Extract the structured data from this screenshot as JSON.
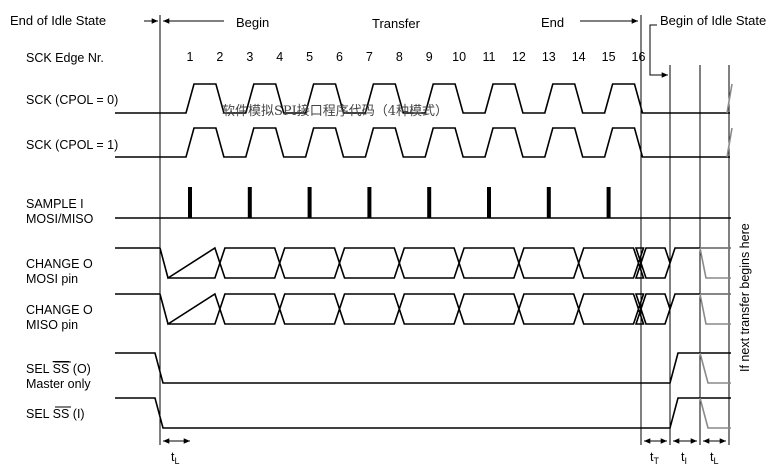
{
  "header": {
    "end_idle": "End of Idle State",
    "begin": "Begin",
    "transfer": "Transfer",
    "end": "End",
    "begin_idle": "Begin of Idle State"
  },
  "edge_label": "SCK Edge Nr.",
  "edge_numbers": [
    "1",
    "2",
    "3",
    "4",
    "5",
    "6",
    "7",
    "8",
    "9",
    "10",
    "11",
    "12",
    "13",
    "14",
    "15",
    "16"
  ],
  "signals": {
    "sck0": "SCK (CPOL = 0)",
    "sck1": "SCK (CPOL = 1)",
    "sample_1": "SAMPLE I",
    "sample_2": "MOSI/MISO",
    "change_mosi_1": "CHANGE O",
    "change_mosi_2": "MOSI pin",
    "change_miso_1": "CHANGE O",
    "change_miso_2": "MISO pin",
    "sel_o_pre": "SEL ",
    "sel_o_ss": "SS",
    "sel_o_post": " (O)",
    "sel_o_2": "Master only",
    "sel_i_pre": "SEL ",
    "sel_i_ss": "SS",
    "sel_i_post": " (I)"
  },
  "timing": {
    "tL": "L",
    "tT": "T",
    "tI": "I",
    "tL2": "L"
  },
  "overlay_text": "软件模拟SPI接口程序代码（4种模式）",
  "side_note": "If next transfer begins here",
  "colors": {
    "signal": "#000000",
    "next_transfer": "#8a8a8a"
  }
}
